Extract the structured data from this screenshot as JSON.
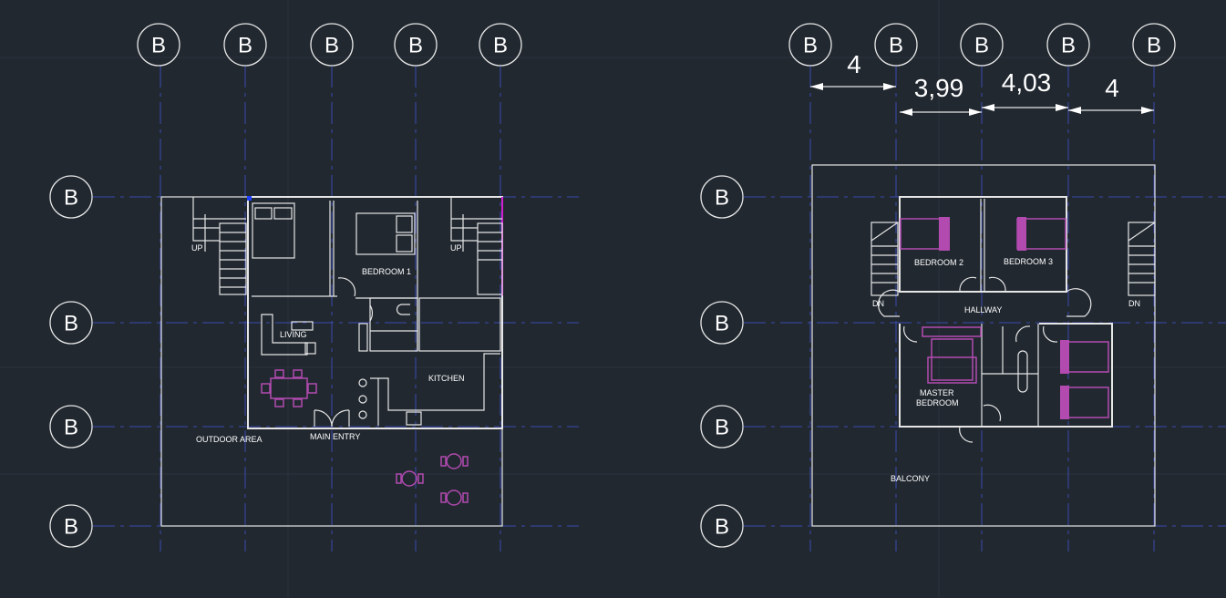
{
  "grid_bubble_label": "B",
  "colors": {
    "background": "#212830",
    "gridline": "#3b4ab0",
    "linework": "#e6e6e6",
    "furniture": "#b24ab0"
  },
  "ground_floor": {
    "labels": {
      "bedroom1": "BEDROOM 1",
      "living": "LIVING",
      "kitchen": "KITCHEN",
      "outdoor": "OUTDOOR AREA",
      "entry": "MAIN ENTRY",
      "up_left": "UP",
      "up_right": "UP"
    }
  },
  "upper_floor": {
    "labels": {
      "bedroom2": "BEDROOM 2",
      "bedroom3": "BEDROOM 3",
      "hallway": "HALLWAY",
      "master1": "MASTER",
      "master2": "BEDROOM",
      "balcony": "BALCONY",
      "dn_left": "DN",
      "dn_right": "DN"
    },
    "dimensions": [
      "4",
      "3,99",
      "4,03",
      "4"
    ]
  }
}
